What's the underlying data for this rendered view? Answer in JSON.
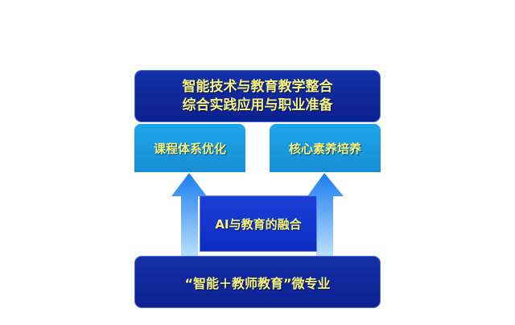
{
  "top": {
    "line1": "智能技术与教育教学整合",
    "line2": "综合实践应用与职业准备"
  },
  "left_box": "课程体系优化",
  "right_box": "核心素养培养",
  "middle": "AI与教育的融合",
  "bottom": "“智能＋教师教育”微专业",
  "colors": {
    "dark": "#0c2090",
    "light": "#1a9be0",
    "text": "#f6f27e"
  }
}
